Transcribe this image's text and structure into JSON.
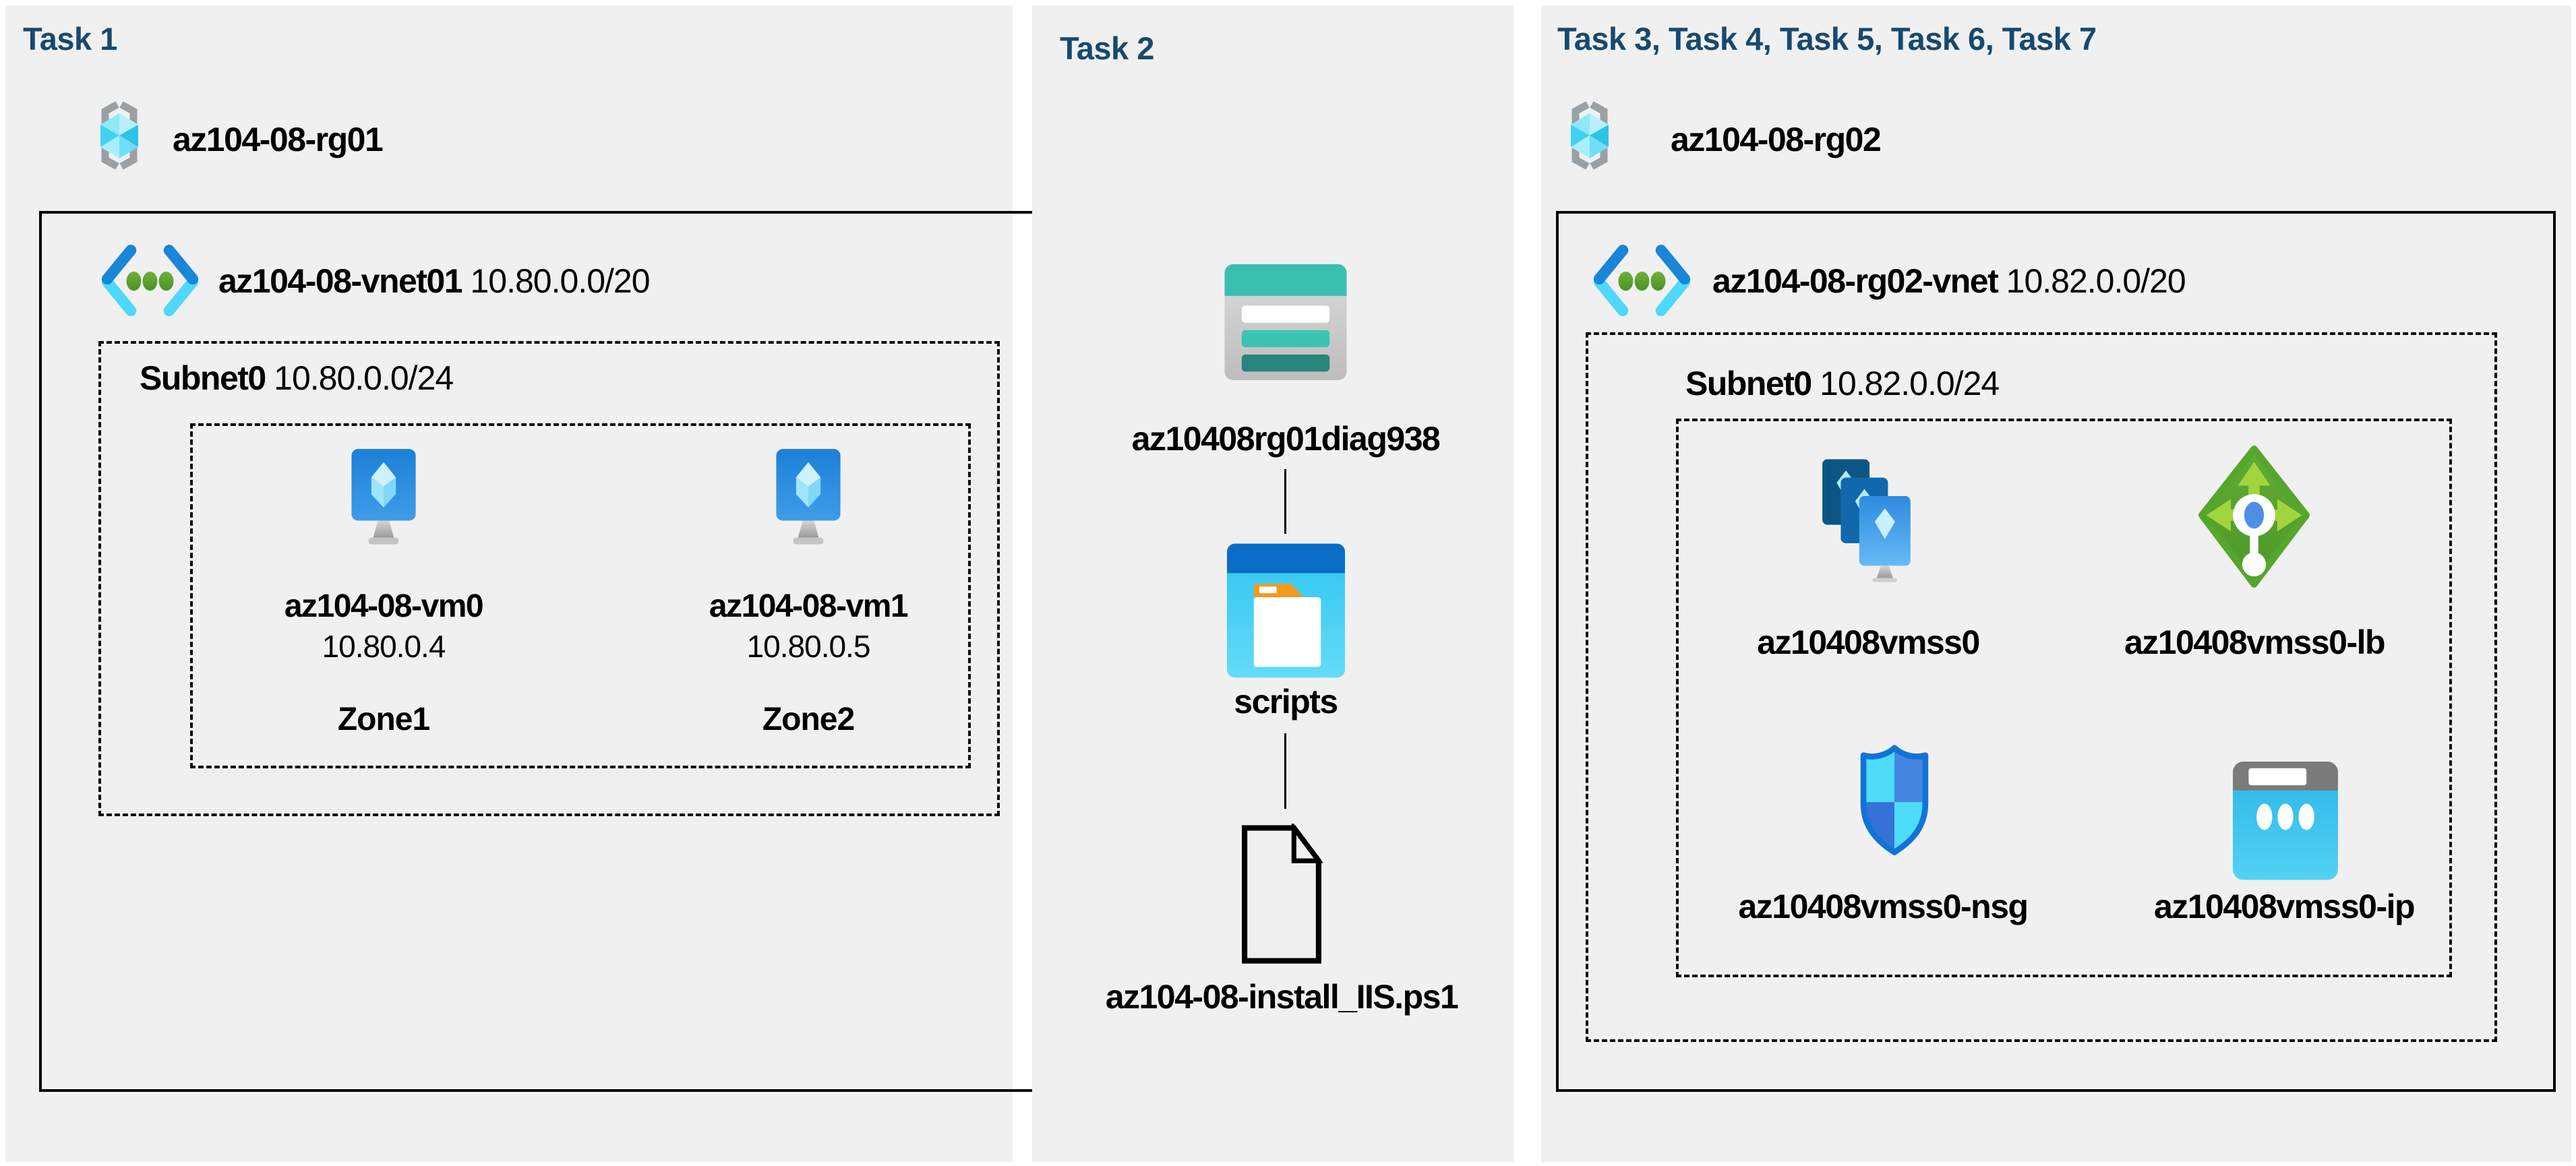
{
  "colors": {
    "page_bg": "#ffffff",
    "panel_bg": "#f0f0f0",
    "task_title": "#17496e",
    "label_text": "#000000",
    "box_border": "#000000",
    "vnet_blue": "#1886d9",
    "vnet_cyan": "#4fd8fb",
    "vnet_dot_green": "#5a9c2c",
    "vm_monitor_blue": "#2489dd",
    "storage_teal": "#3ac0b0",
    "storage_dark_teal": "#27857a",
    "folder_header_blue": "#0a6ec6",
    "folder_body_cyan": "#3fcdf2",
    "folder_tab_orange": "#f5981f",
    "lb_diamond_green": "#55a62d",
    "lb_arrow_green": "#a2d43e",
    "lb_center_blue": "#4f8fe3",
    "nsg_medium_blue": "#3f80de",
    "nsg_light_cyan": "#4ddcf7",
    "nsg_outline_blue": "#1273d7",
    "ip_body_cyan": "#2fbde9",
    "ip_band_gray": "#7b7b7b",
    "rg_bracket_gray": "#9aa0a4",
    "rg_cube_cyan": "#45d2f2"
  },
  "task1": {
    "title": "Task 1",
    "resource_group": "az104-08-rg01",
    "vnet_name": "az104-08-vnet01",
    "vnet_cidr": "10.80.0.0/20",
    "subnet_name": "Subnet0",
    "subnet_cidr": "10.80.0.0/24",
    "vms": [
      {
        "name": "az104-08-vm0",
        "ip": "10.80.0.4",
        "zone": "Zone1"
      },
      {
        "name": "az104-08-vm1",
        "ip": "10.80.0.5",
        "zone": "Zone2"
      }
    ]
  },
  "task2": {
    "title": "Task 2",
    "storage_account": "az10408rg01diag938",
    "container": "scripts",
    "script_file": "az104-08-install_IIS.ps1"
  },
  "task3": {
    "title": "Task 3, Task 4, Task 5, Task 6, Task 7",
    "resource_group": "az104-08-rg02",
    "vnet_name": "az104-08-rg02-vnet",
    "vnet_cidr": "10.82.0.0/20",
    "subnet_name": "Subnet0",
    "subnet_cidr": "10.82.0.0/24",
    "vmss": "az10408vmss0",
    "load_balancer": "az10408vmss0-lb",
    "nsg": "az10408vmss0-nsg",
    "public_ip": "az10408vmss0-ip"
  },
  "icons": {
    "resource_group": "resource-group-icon",
    "virtual_network": "vnet-icon",
    "virtual_machine": "vm-icon",
    "storage_account": "storage-account-icon",
    "blob_container": "folder-icon",
    "script_file": "file-icon",
    "vmss": "vmss-icon",
    "load_balancer": "load-balancer-icon",
    "nsg": "nsg-icon",
    "public_ip": "public-ip-icon"
  }
}
